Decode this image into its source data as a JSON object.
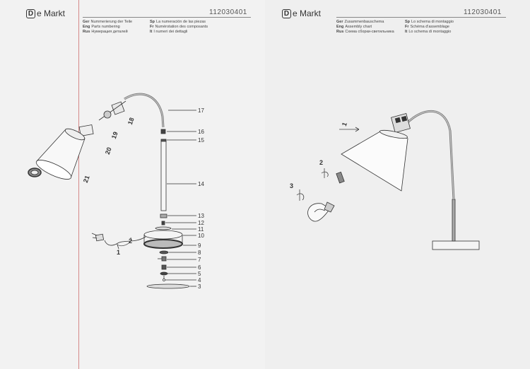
{
  "brand": {
    "logo_letter": "D",
    "name": "e Markt"
  },
  "doc_number": "112030401",
  "left_legend": {
    "col1": [
      {
        "code": "Ger",
        "text": "Nummerierung der Teile"
      },
      {
        "code": "Eng",
        "text": "Parts numbering"
      },
      {
        "code": "Rus",
        "text": "Нумерация деталей"
      }
    ],
    "col2": [
      {
        "code": "Sp",
        "text": "La numeración de las piezas"
      },
      {
        "code": "Fr",
        "text": "Numérotation des composants"
      },
      {
        "code": "It",
        "text": "I numeri dei dettagli"
      }
    ]
  },
  "right_legend": {
    "col1": [
      {
        "code": "Ger",
        "text": "Zusammenbauschema"
      },
      {
        "code": "Eng",
        "text": "Assembly chart"
      },
      {
        "code": "Rus",
        "text": "Схема сборки-светильника"
      }
    ],
    "col2": [
      {
        "code": "Sp",
        "text": "Lo schema di montaggio"
      },
      {
        "code": "Fr",
        "text": "Schéma d'assemblage"
      },
      {
        "code": "It",
        "text": "Lo schema di montaggio"
      }
    ]
  },
  "part_labels": [
    "1",
    "2",
    "3",
    "4",
    "5",
    "6",
    "7",
    "8",
    "9",
    "10",
    "11",
    "12",
    "13",
    "14",
    "15",
    "16",
    "17",
    "18",
    "19",
    "20",
    "21"
  ],
  "step_labels": [
    "1",
    "2",
    "3"
  ]
}
